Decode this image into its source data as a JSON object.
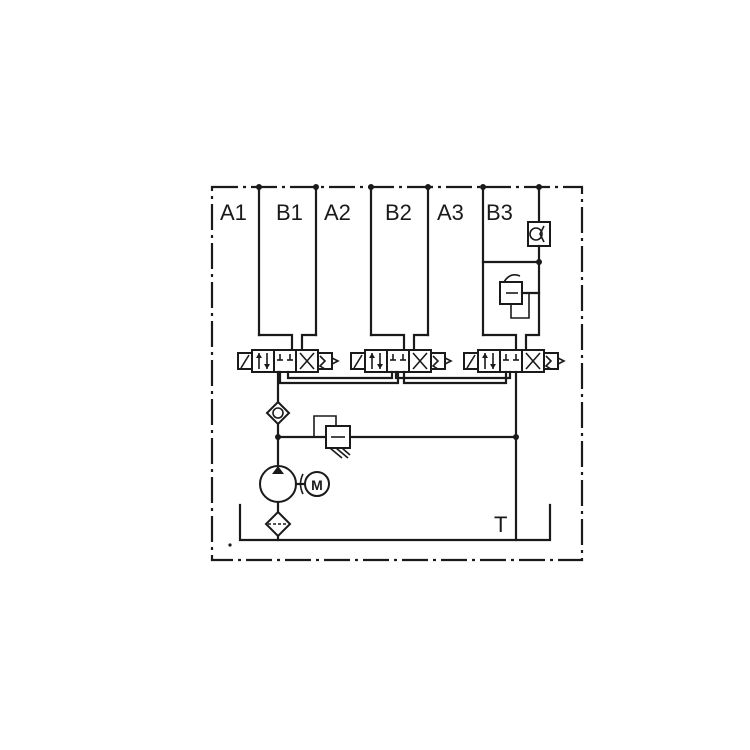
{
  "ports": [
    {
      "id": "a1",
      "label": "A1"
    },
    {
      "id": "b1",
      "label": "B1"
    },
    {
      "id": "a2",
      "label": "A2"
    },
    {
      "id": "b2",
      "label": "B2"
    },
    {
      "id": "a3",
      "label": "A3"
    },
    {
      "id": "b3",
      "label": "B3"
    }
  ],
  "tank_label": "T",
  "components": {
    "directional_valves": 3,
    "check_valve": true,
    "relief_valves": 2,
    "pump": true,
    "motor": "M",
    "filter": true
  }
}
